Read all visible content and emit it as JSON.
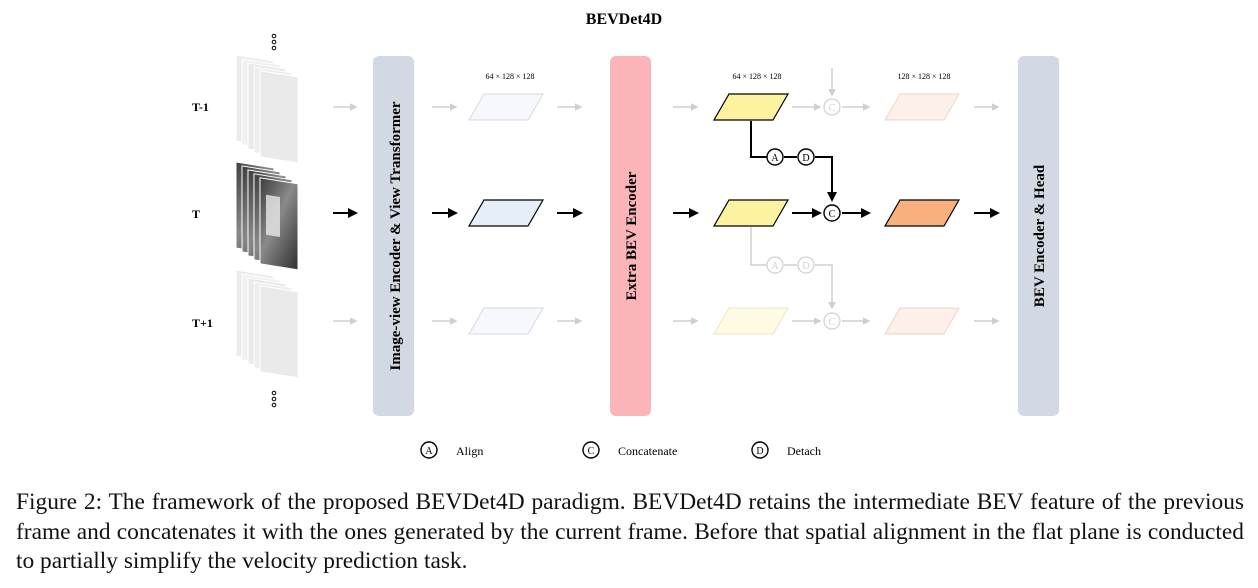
{
  "diagram": {
    "title": "BEVDet4D",
    "rows": {
      "prev": "T-1",
      "curr": "T",
      "next": "T+1"
    },
    "dims": {
      "encoder_out": "64 × 128 × 128",
      "extra_out": "64 × 128 × 128",
      "concat_out": "128 × 128 × 128"
    },
    "blocks": {
      "view_transformer": "Image-view Encoder & View Transformer",
      "extra_encoder": "Extra BEV Encoder",
      "head": "BEV Encoder & Head"
    },
    "ops": {
      "align": "A",
      "concat": "C",
      "detach": "D"
    },
    "legend": [
      {
        "symbol": "A",
        "label": "Align"
      },
      {
        "symbol": "C",
        "label": "Concatenate"
      },
      {
        "symbol": "D",
        "label": "Detach"
      }
    ],
    "colors": {
      "view_transformer": "#d3d9e4",
      "extra_encoder": "#fbb5b8",
      "head": "#d3d9e4",
      "bev_feature": "#e6eefa",
      "extra_feature": "#fdf2a0",
      "fused_feature": "#f9b07e"
    }
  },
  "caption": "Figure 2: The framework of the proposed BEVDet4D paradigm. BEVDet4D retains the intermediate BEV feature of the previous frame and concatenates it with the ones generated by the current frame. Before that spatial alignment in the flat plane is conducted to partially simplify the velocity prediction task."
}
